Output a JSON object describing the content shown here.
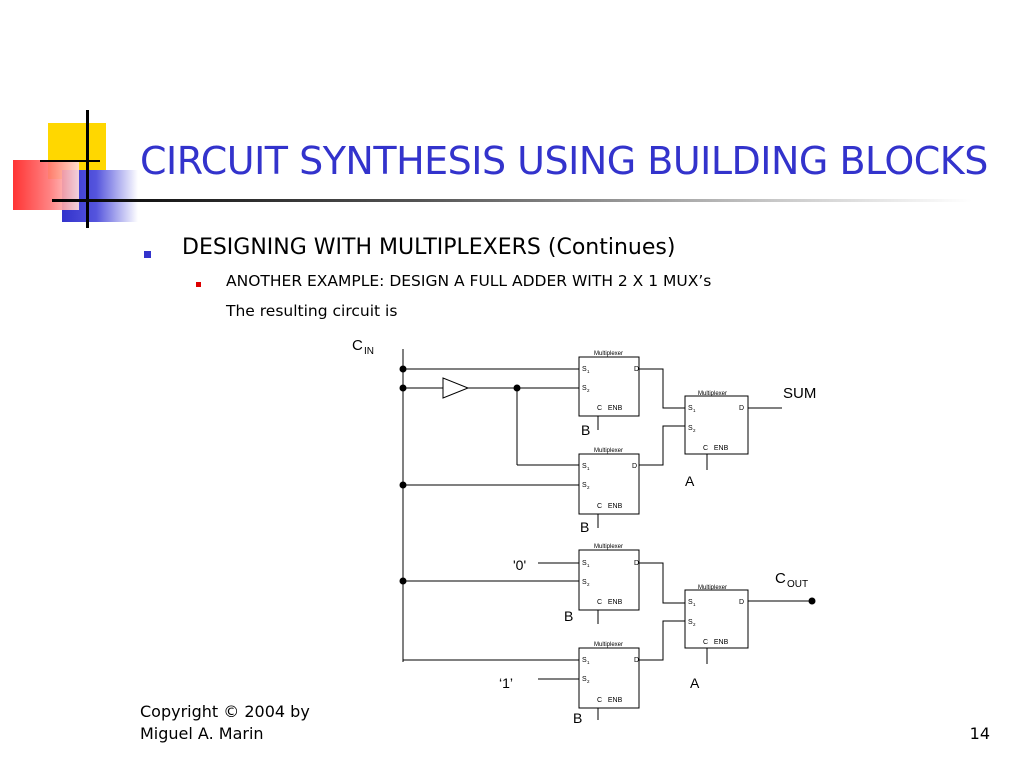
{
  "slide": {
    "title": "CIRCUIT SYNTHESIS USING BUILDING BLOCKS",
    "bullet1": "DESIGNING WITH MULTIPLEXERS (Continues)",
    "bullet2": "ANOTHER EXAMPLE: DESIGN A FULL ADDER WITH  2 X 1  MUX’s",
    "bullet3": "The resulting circuit is",
    "footer_line1": "Copyright © 2004 by",
    "footer_line2": "Miguel A. Marin",
    "page_number": "14",
    "colors": {
      "title": "#3333cc",
      "deco_yellow": "#ffd700",
      "deco_red": "#ff3333",
      "deco_blue": "#3333cc"
    }
  },
  "circuit": {
    "mux_label": "Multiplexer",
    "pin_s1": "S",
    "pin_s1_sub": "1",
    "pin_s2": "S",
    "pin_s2_sub": "2",
    "pin_d": "D",
    "pin_c_enb": "C   ENB",
    "cin_label": "C",
    "cin_sub": "IN",
    "sum_label": "SUM",
    "cout_label": "C",
    "cout_sub": "OUT",
    "b_label_1": "B",
    "b_label_2": "B",
    "b_label_3": "B",
    "b_label_4": "B",
    "a_label_1": "A",
    "a_label_2": "A",
    "zero_label": "'0'",
    "one_label": "‘1’"
  }
}
